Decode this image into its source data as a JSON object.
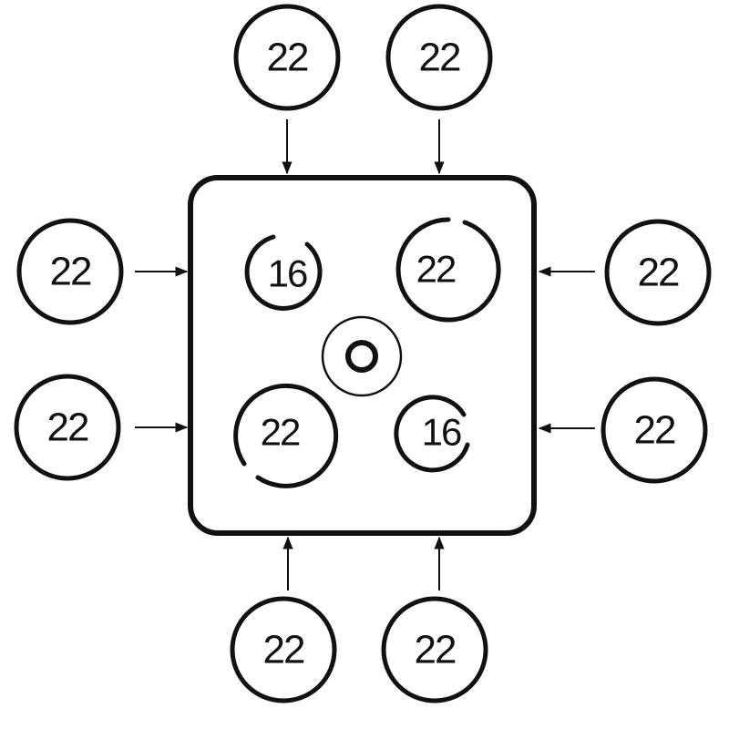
{
  "diagram": {
    "top_left_label": "22",
    "top_right_label": "22",
    "left_upper_label": "22",
    "left_lower_label": "22",
    "right_upper_label": "22",
    "right_lower_label": "22",
    "bottom_left_label": "22",
    "bottom_right_label": "22",
    "knockout_upper_left_label": "16",
    "knockout_upper_right_label": "22",
    "knockout_lower_left_label": "22",
    "knockout_lower_right_label": "16"
  }
}
